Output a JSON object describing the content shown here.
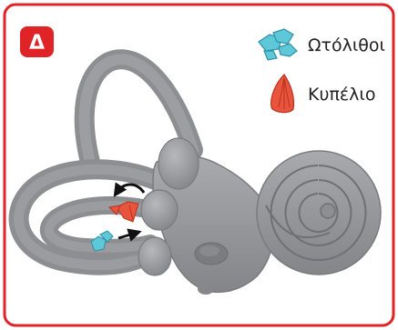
{
  "panel": {
    "letter": "Δ"
  },
  "legend": {
    "otoliths_label": "Ωτόλιθοι",
    "cupula_label": "Κυπέλιο"
  },
  "colors": {
    "frame": "#e02326",
    "labyrinth_fill": "#9a9b9e",
    "labyrinth_shade": "#7f8084",
    "otolith": "#5ec8d8",
    "otolith_dark": "#2d8fa3",
    "cupula": "#e8553c",
    "cupula_dark": "#b8321f",
    "arrow": "#111111"
  }
}
